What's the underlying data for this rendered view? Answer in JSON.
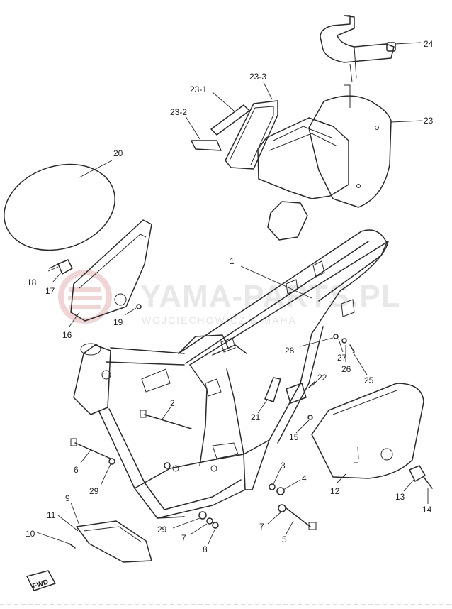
{
  "watermark": {
    "brand": "YAMA-PARTS.PL",
    "subtitle": "WOJCIECHOWICZ & MAHA",
    "logo_color": "#e7b3b3"
  },
  "fwd_label": "FWD",
  "callouts": {
    "c1": "1",
    "c2": "2",
    "c3": "3",
    "c4": "4",
    "c5": "5",
    "c6": "6",
    "c7a": "7",
    "c7b": "7",
    "c8": "8",
    "c9": "9",
    "c10": "10",
    "c11": "11",
    "c12": "12",
    "c13": "13",
    "c14": "14",
    "c15": "15",
    "c16": "16",
    "c17": "17",
    "c18": "18",
    "c19": "19",
    "c20": "20",
    "c21": "21",
    "c22": "22",
    "c23": "23",
    "c23_1": "23-1",
    "c23_2": "23-2",
    "c23_3": "23-3",
    "c24": "24",
    "c25": "25",
    "c26": "26",
    "c27": "27",
    "c28": "28",
    "c29a": "29",
    "c29b": "29"
  }
}
